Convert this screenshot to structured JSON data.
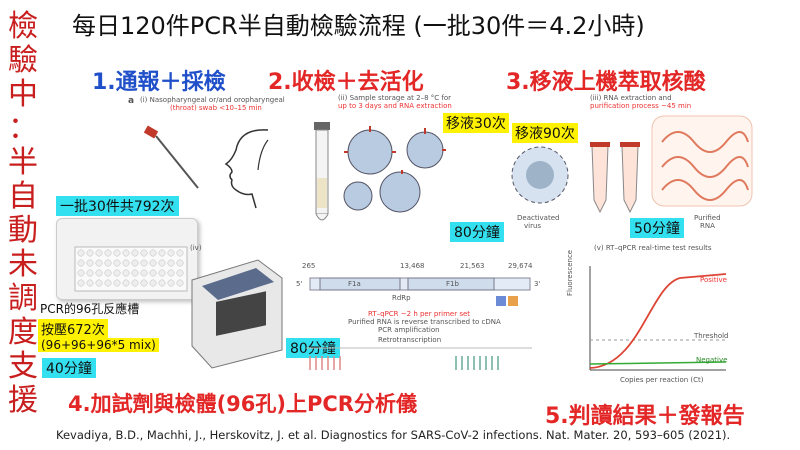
{
  "left_vertical": [
    "檢",
    "驗",
    "中",
    "：",
    "半",
    "自",
    "動",
    "未",
    "調",
    "度",
    "支",
    "援"
  ],
  "title": "每日120件PCR半自動檢驗流程 (一批30件＝4.2小時)",
  "steps": {
    "s1": "1.通報＋採檢",
    "s2": "2.收檢＋去活化",
    "s3": "3.移液上機萃取核酸",
    "s4": "4.加試劑與檢體(96孔)上PCR分析儀",
    "s5": "5.判讀結果＋發報告"
  },
  "highlights": {
    "batch": "一批30件共792次",
    "pipette30": "移液30次",
    "pipette90": "移液90次",
    "min80a": "80分鐘",
    "min50": "50分鐘",
    "min80b": "80分鐘",
    "press672": "按壓672次",
    "formula": "(96+96+96*5 mix)",
    "min40": "40分鐘"
  },
  "pcr_note": "PCR的96孔反應槽",
  "fig_captions": {
    "a_label": "a",
    "i": "(i) Nasopharyngeal or/and oropharyngeal",
    "i2": "(throat) swab <10–15 min",
    "ii": "(ii) Sample storage at 2–8 °C for",
    "ii2": "up to 3 days and RNA extraction",
    "iii": "(iii) RNA extraction and",
    "iii2": "purification process ~45 min",
    "deactivated": "Deactivated",
    "virus": "virus",
    "purified": "Purified",
    "rna": "RNA",
    "iv": "(iv)",
    "v": "(v) RT–qPCR real-time test results",
    "g265": "265",
    "g13468": "13,468",
    "g21563": "21,563",
    "g29674": "29,674",
    "f1a": "F1a",
    "f1b": "F1b",
    "rdrp": "RdRp",
    "rt_qpcr": "RT–qPCR ~2 h per primer set",
    "rt2": "Purified RNA is reverse transcribed to cDNA",
    "rt3": "PCR amplification",
    "rt4": "Retrotranscription",
    "positive": "Positive",
    "threshold": "Threshold",
    "negative": "Negative",
    "fluorescence": "Fluorescence",
    "copies": "Copies per reaction (Ct)",
    "five": "5'",
    "three": "3'"
  },
  "citation": "Kevadiya, B.D., Machhi, J., Herskovitz, J. et al. Diagnostics for SARS-CoV-2 infections. Nat. Mater. 20, 593–605 (2021)."
}
